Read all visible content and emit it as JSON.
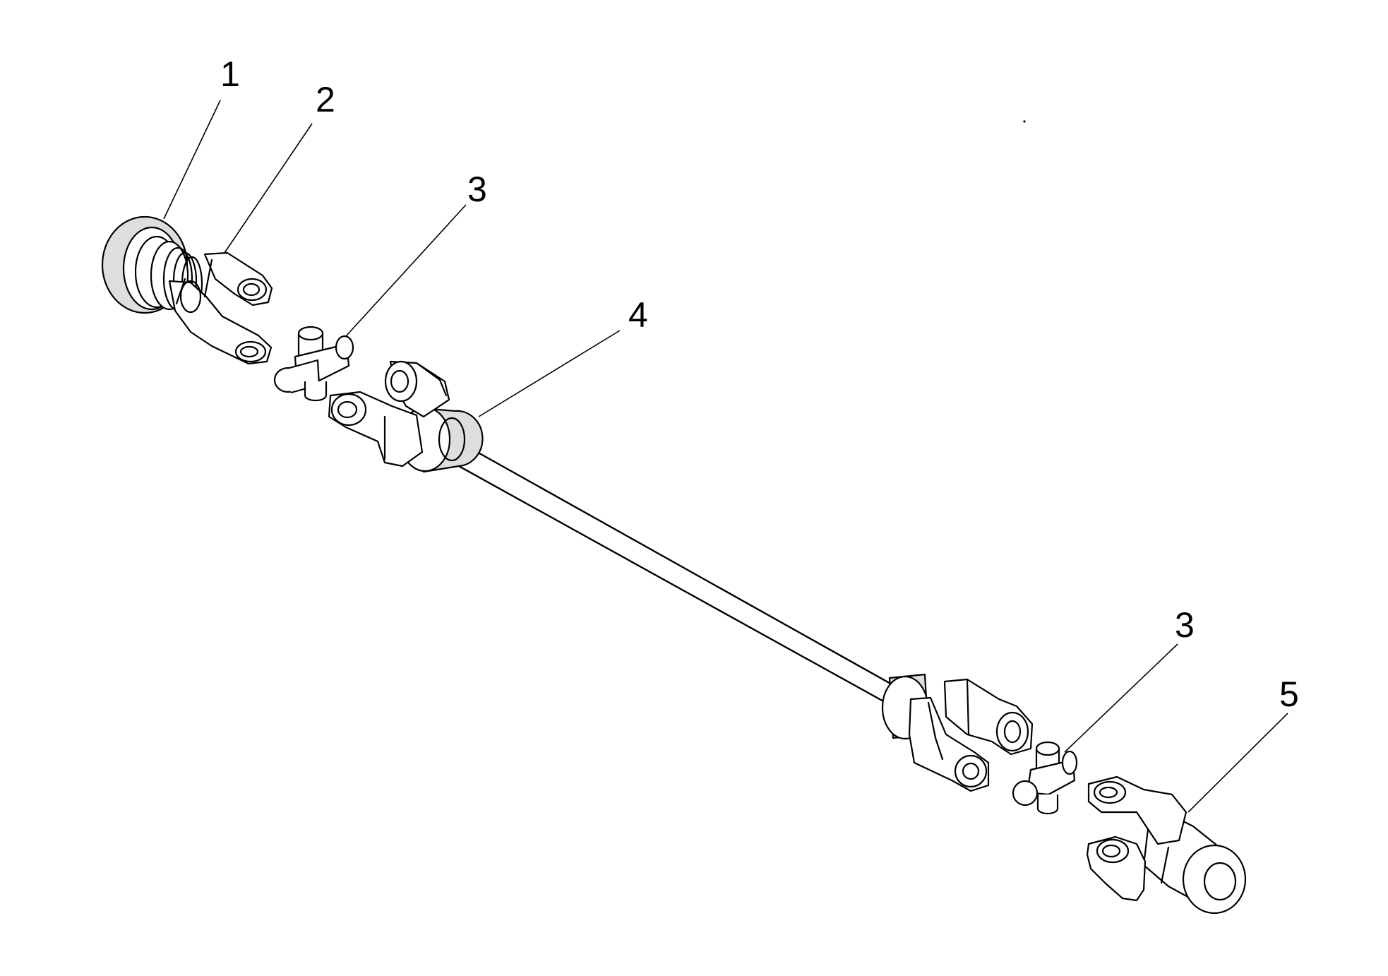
{
  "diagram": {
    "callouts": [
      {
        "id": "c1",
        "text": "1"
      },
      {
        "id": "c2",
        "text": "2"
      },
      {
        "id": "c3a",
        "text": "3"
      },
      {
        "id": "c4",
        "text": "4"
      },
      {
        "id": "c3b",
        "text": "3"
      },
      {
        "id": "c5",
        "text": "5"
      }
    ]
  }
}
